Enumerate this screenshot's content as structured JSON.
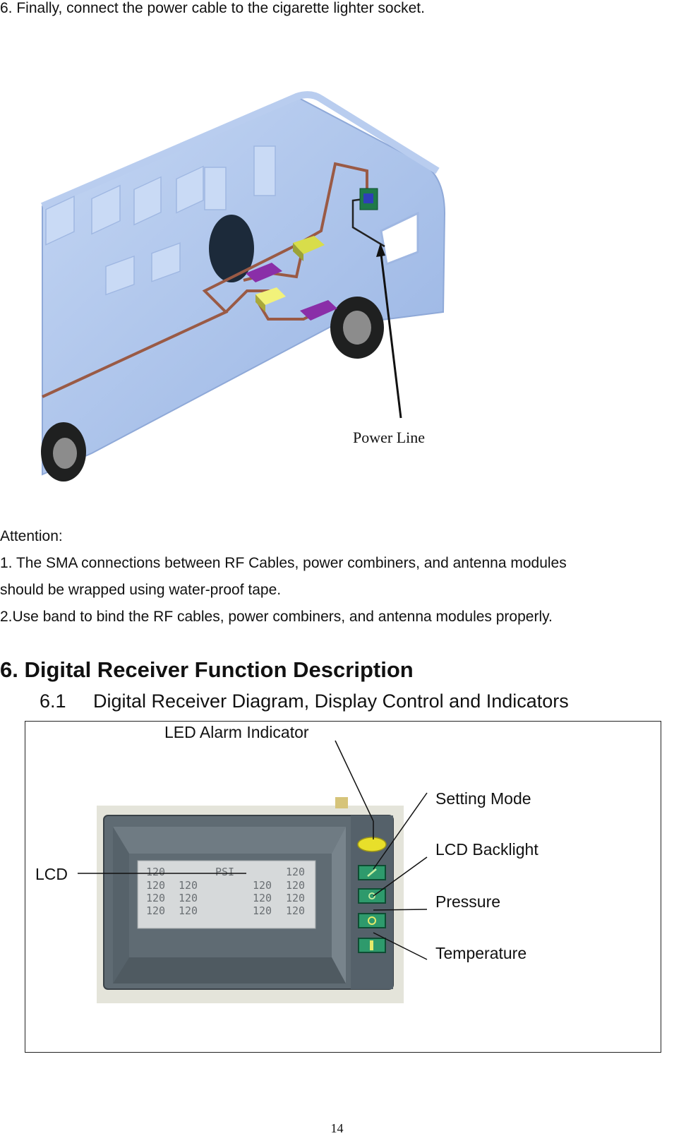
{
  "step6_text": "6. Finally, connect the power cable to the cigarette lighter socket.",
  "bus_figure": {
    "power_line_label": "Power Line"
  },
  "attention": {
    "heading": "Attention:",
    "note1_line1": "1. The SMA connections between RF Cables, power combiners, and antenna modules",
    "note1_line2": "should be wrapped using water-proof tape.",
    "note2": "2.Use band to bind the RF cables, power combiners, and antenna modules properly."
  },
  "section": {
    "heading": "6. Digital Receiver Function Description",
    "sub_number": "6.1",
    "sub_title": "Digital Receiver Diagram, Display Control and Indicators"
  },
  "receiver_diagram": {
    "labels": {
      "led_alarm": "LED Alarm Indicator",
      "setting_mode": "Setting Mode",
      "lcd_backlight": "LCD Backlight",
      "pressure": "Pressure",
      "temperature": "Temperature",
      "lcd": "LCD"
    },
    "lcd_unit": "PSI",
    "lcd_rows": [
      [
        "120",
        "",
        "",
        "120"
      ],
      [
        "120",
        "120",
        "120",
        "120"
      ],
      [
        "120",
        "120",
        "120",
        "120"
      ],
      [
        "120",
        "120",
        "120",
        "120"
      ]
    ]
  },
  "page_number": "14",
  "colors": {
    "bus_body": "#a9c3ec",
    "cable": "#9a5a45",
    "device_panel": "#5f6b73",
    "lcd_screen": "#d6d9da",
    "button_green": "#2e9a6c",
    "led_yellow": "#e8df2a"
  }
}
